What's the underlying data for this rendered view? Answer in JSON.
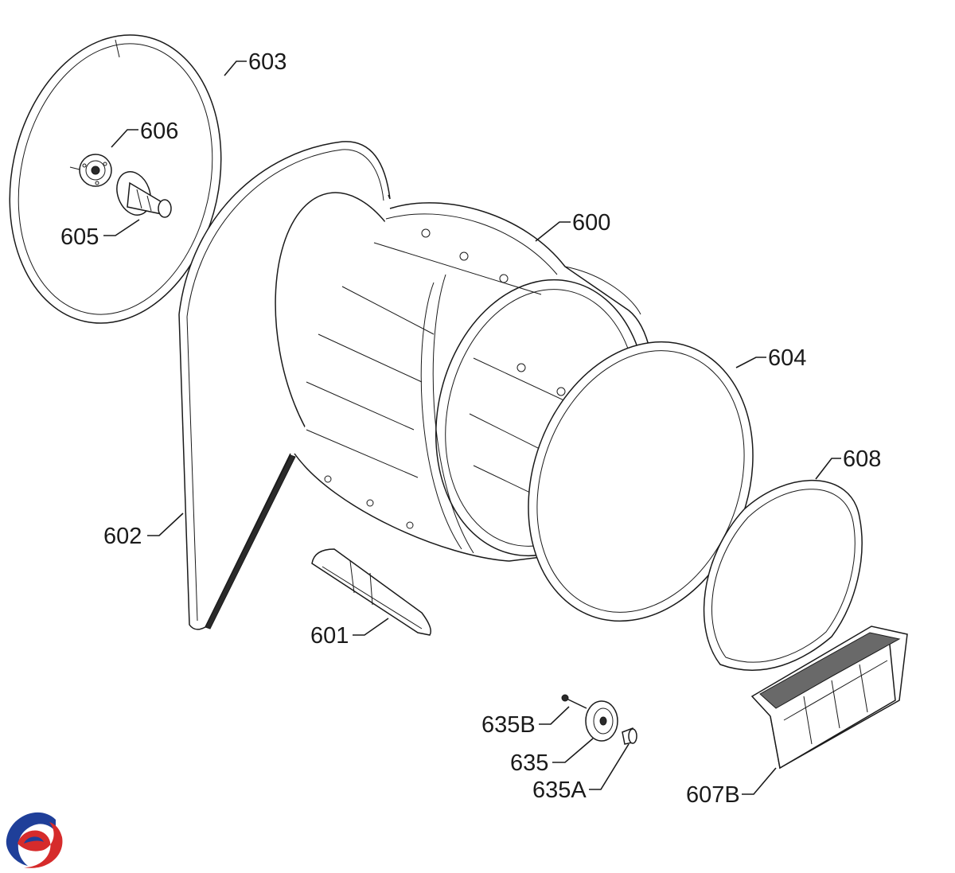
{
  "diagram": {
    "parts": {
      "drum": "600",
      "baffle": "601",
      "belt": "602",
      "rear_seal": "603",
      "front_seal": "604",
      "rear_shaft": "605",
      "shaft_bearing": "606",
      "lint_filter_housing": "607B",
      "front_felt_seal": "608",
      "roller": "635",
      "roller_axle": "635A",
      "roller_screw": "635B"
    }
  },
  "logo": {
    "colors": [
      "#1f3f99",
      "#d62b2b"
    ]
  }
}
